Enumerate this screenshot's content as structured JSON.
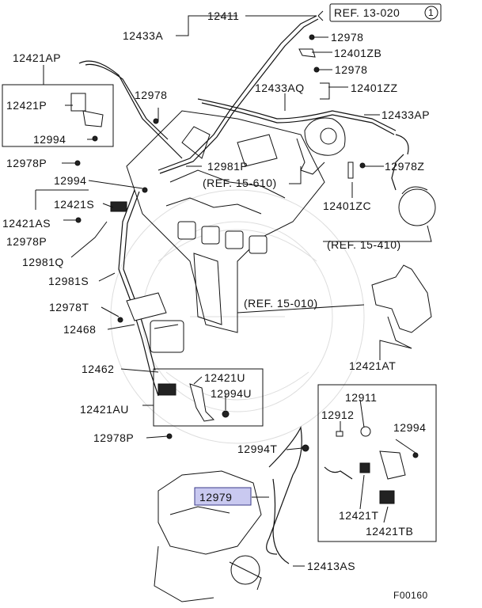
{
  "labels": {
    "ref_13_020": "REF. 13-020",
    "ref_13_020_circle": "1",
    "p12411": "12411",
    "p12433A": "12433A",
    "p12978_a": "12978",
    "p12401ZB": "12401ZB",
    "p12978_b": "12978",
    "p12433AQ": "12433AQ",
    "p12401ZZ": "12401ZZ",
    "p12433AP": "12433AP",
    "p12421AP": "12421AP",
    "p12421P": "12421P",
    "p12994_a": "12994",
    "p12978_c": "12978",
    "p12978P_a": "12978P",
    "p12981P": "12981P",
    "ref_15_610": "(REF. 15-610)",
    "p12978Z": "12978Z",
    "p12994_b": "12994",
    "p12421S": "12421S",
    "p12421AS": "12421AS",
    "p12401ZC": "12401ZC",
    "p12978P_b": "12978P",
    "p12981Q": "12981Q",
    "ref_15_410": "(REF. 15-410)",
    "p12981S": "12981S",
    "ref_15_010": "(REF. 15-010)",
    "p12978T": "12978T",
    "p12468": "12468",
    "p12421AT": "12421AT",
    "p12462": "12462",
    "p12421U": "12421U",
    "p12911": "12911",
    "p12994U": "12994U",
    "p12421AU": "12421AU",
    "p12912": "12912",
    "p12994_c": "12994",
    "p12978P_c": "12978P",
    "p12994T": "12994T",
    "p12979": "12979",
    "p12421T": "12421T",
    "p12421TB": "12421TB",
    "p12413AS": "12413AS",
    "figure_code": "F00160"
  },
  "colors": {
    "highlight_fill": "#c9c9f0",
    "highlight_stroke": "#3a3a8a",
    "ink": "#111111"
  }
}
